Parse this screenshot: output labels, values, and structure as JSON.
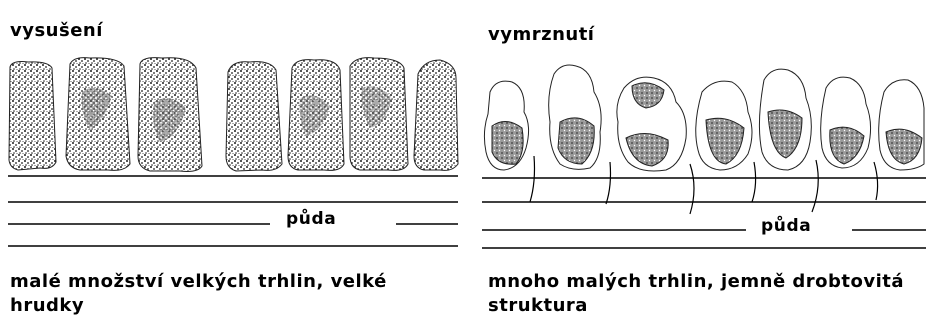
{
  "panels": [
    {
      "title": "vysušení",
      "soil_label": "půda",
      "caption": "malé množství velkých trhlin, velké hrudky"
    },
    {
      "title": "vymrznutí",
      "soil_label": "půda",
      "caption": "mnoho malých trhlin, jemně drobtovitá struktura"
    }
  ],
  "colors": {
    "ink": "#000000",
    "stipple": "#2a2a2a",
    "shade": "#8c8c8c",
    "paper": "#ffffff"
  }
}
